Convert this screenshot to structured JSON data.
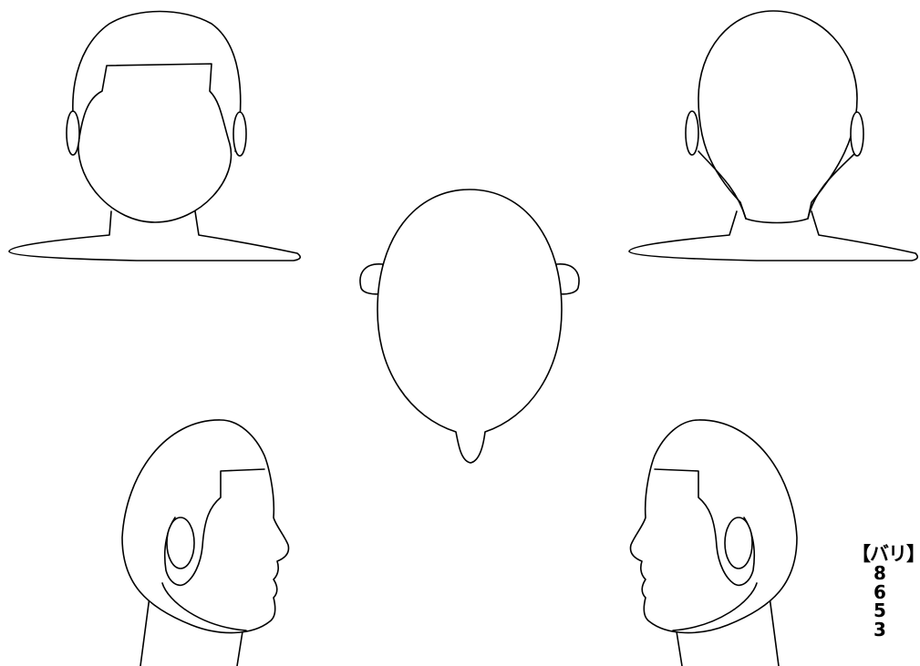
{
  "side_label": {
    "title": "【バリ】",
    "numbers": [
      "8",
      "6",
      "5",
      "3"
    ]
  },
  "colors": {
    "background": "#ffffff",
    "line": "#000000"
  }
}
